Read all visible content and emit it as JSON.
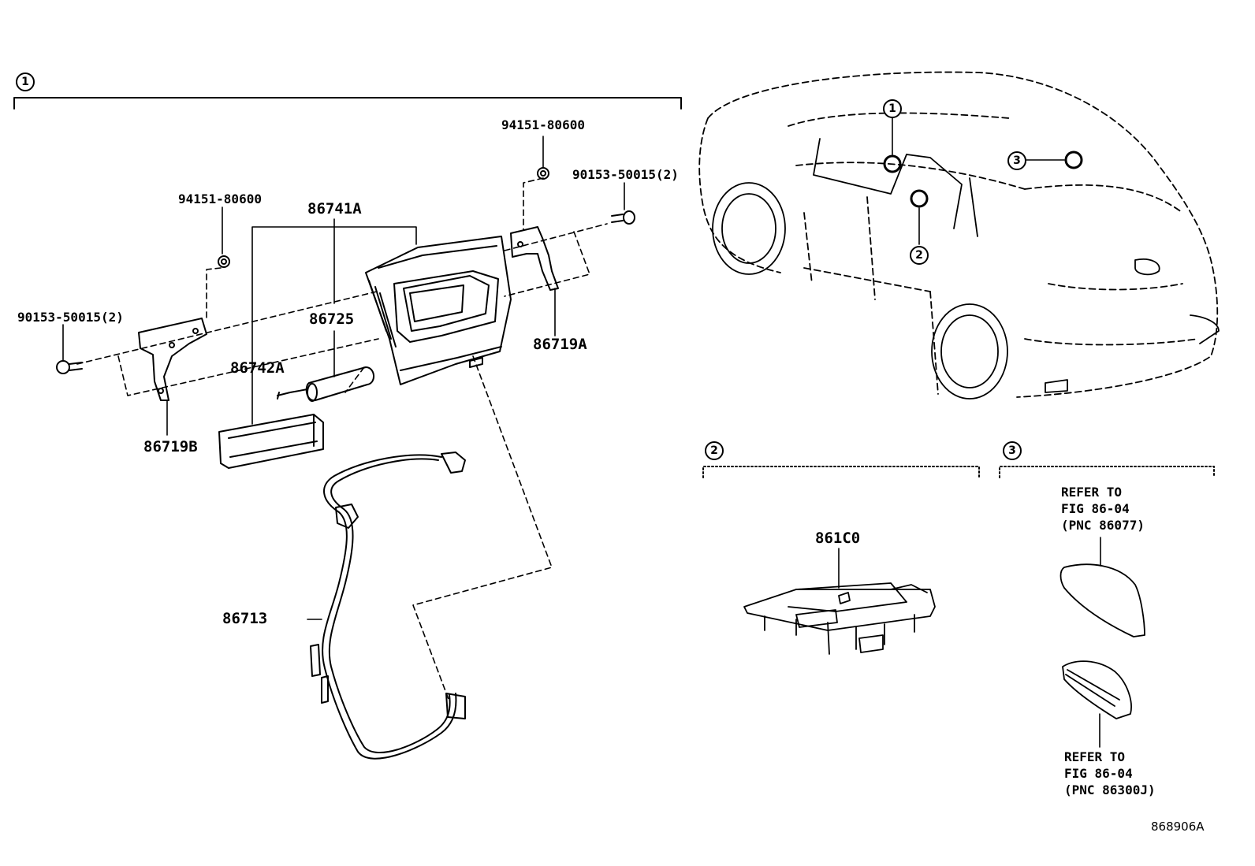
{
  "sections": {
    "s1": "1",
    "s2": "2",
    "s3": "3"
  },
  "vehicle_callouts": {
    "c1": "1",
    "c2": "2",
    "c3": "3"
  },
  "parts": {
    "bolt_right_top": "94151-80600",
    "screw_right": "90153-50015(2)",
    "bolt_left_top": "94151-80600",
    "screw_left": "90153-50015(2)",
    "unit_main": "86741A",
    "battery": "86725",
    "bracket_right": "86719A",
    "cover": "86742A",
    "bracket_left": "86719B",
    "harness": "86713",
    "module_861C0": "861C0"
  },
  "references": {
    "ref_top": "REFER TO\nFIG 86-04\n(PNC 86077)",
    "ref_bottom": "REFER TO\nFIG 86-04\n(PNC 86300J)"
  },
  "figure_code": "868906A"
}
